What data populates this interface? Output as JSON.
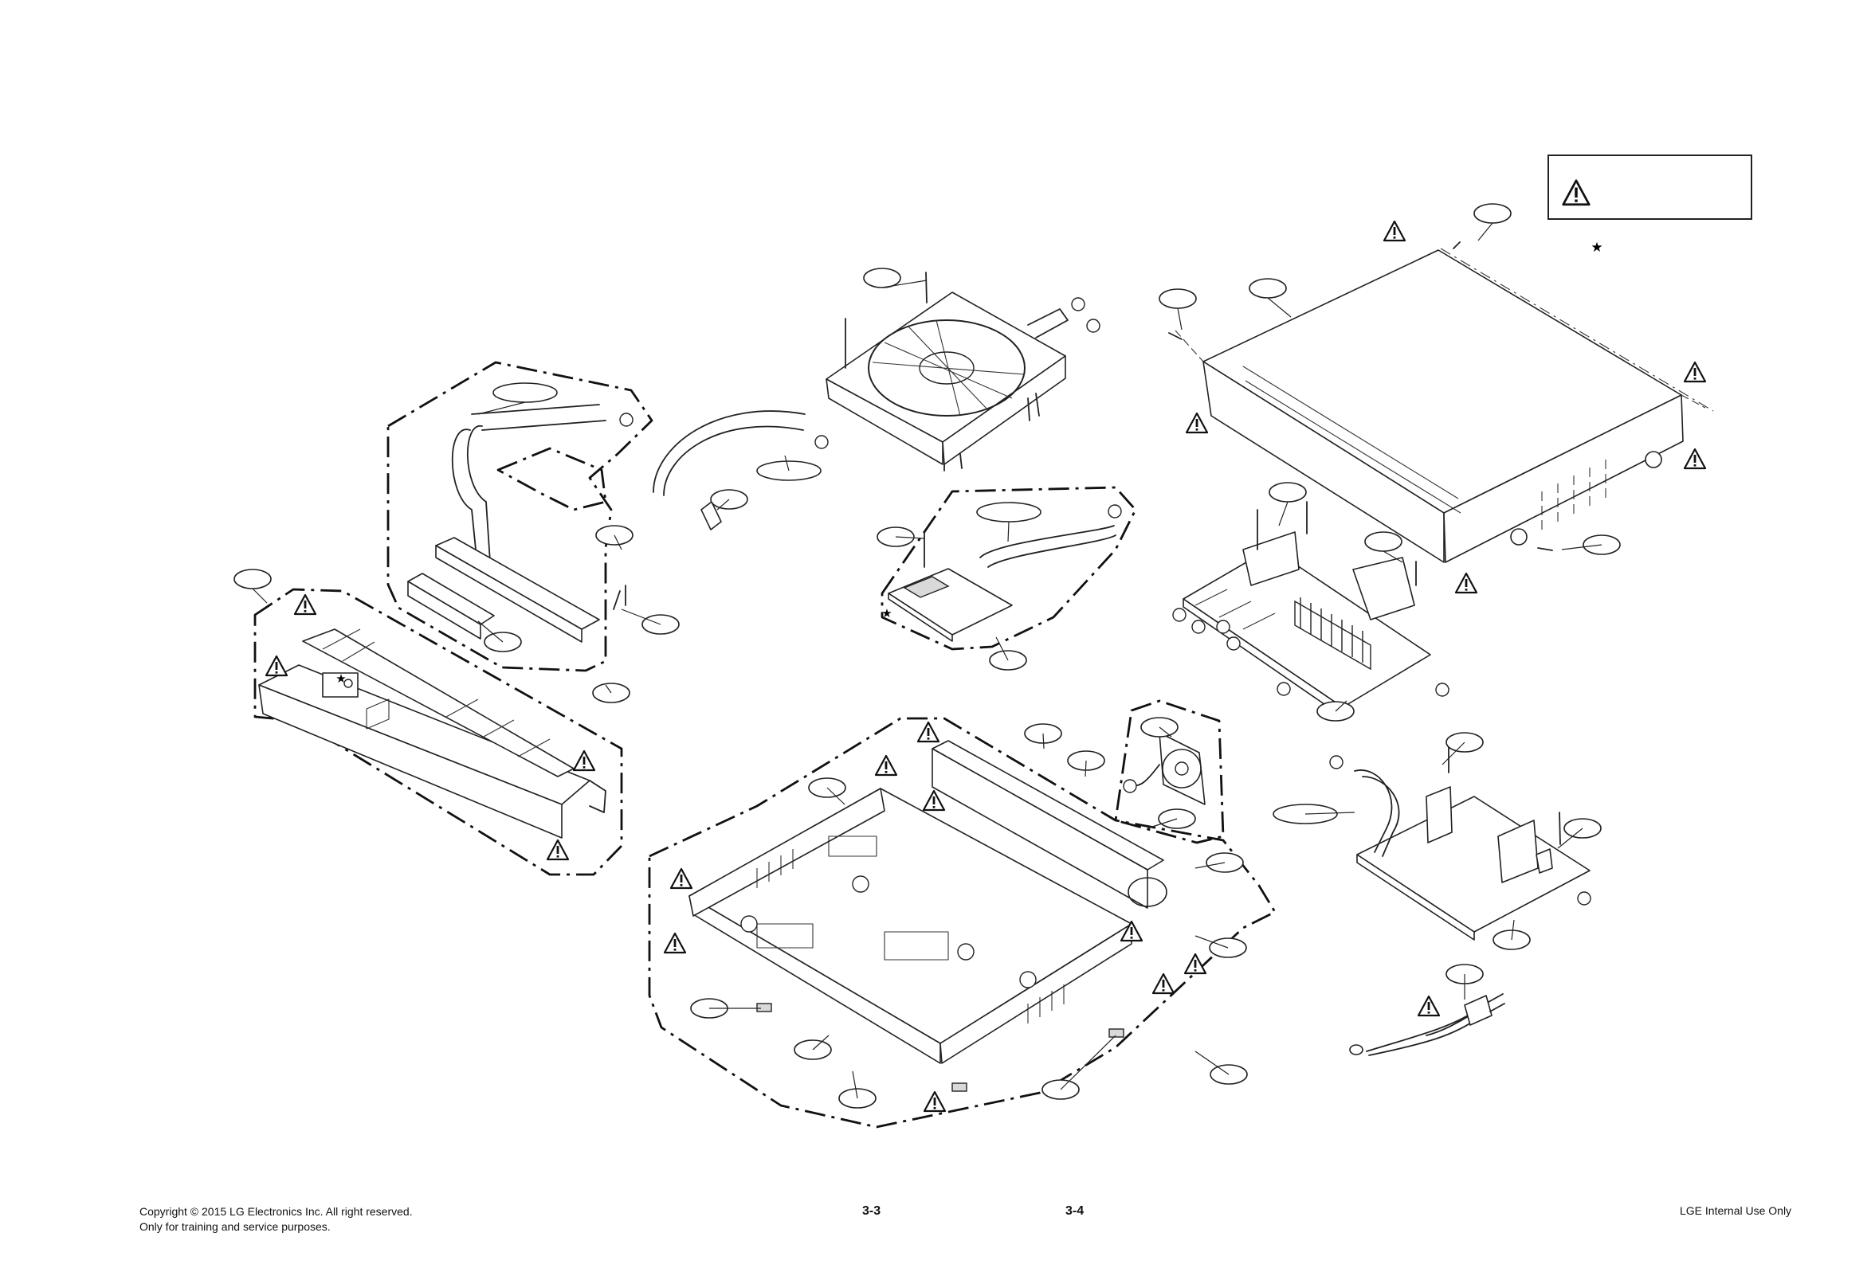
{
  "footer": {
    "copyright_line1": "Copyright © 2015 LG Electronics Inc. All right reserved.",
    "copyright_line2": "Only for training and service purposes.",
    "page_left": "3-3",
    "page_right": "3-4",
    "internal_use": "LGE Internal Use Only"
  },
  "legend": {
    "symbol": "★"
  },
  "colors": {
    "line": "#222222",
    "background": "#ffffff"
  },
  "icons": [
    "warning-triangle-icon",
    "star-icon"
  ]
}
